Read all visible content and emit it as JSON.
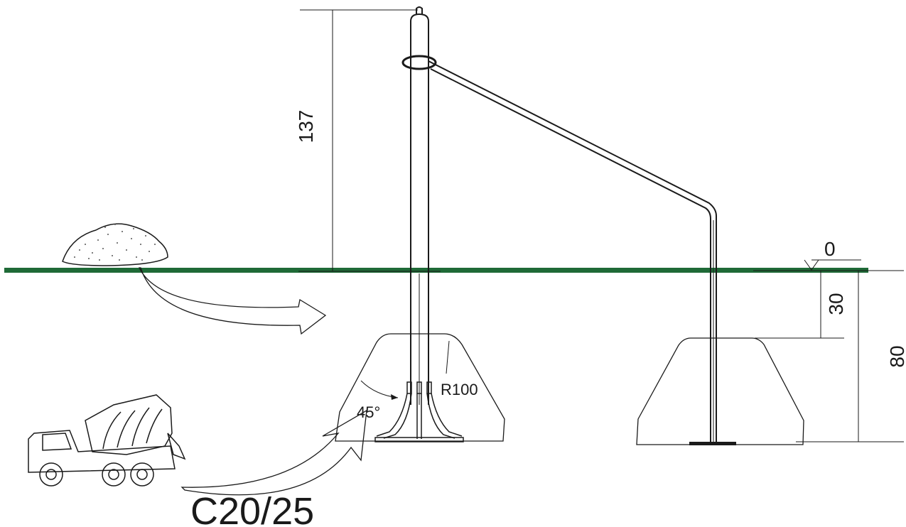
{
  "dimensions": {
    "post_height": "137",
    "ground_level": "0",
    "foundation_top_depth": "30",
    "foundation_depth": "80"
  },
  "annotations": {
    "bend_radius": "R100",
    "anchor_angle": "45°",
    "concrete_grade": "C20/25"
  },
  "colors": {
    "ground": "#1f6a37",
    "line": "#1a1a1a"
  },
  "icons": [
    "soil-pile-icon",
    "concrete-mixer-truck-icon",
    "pour-arrow-icon"
  ]
}
